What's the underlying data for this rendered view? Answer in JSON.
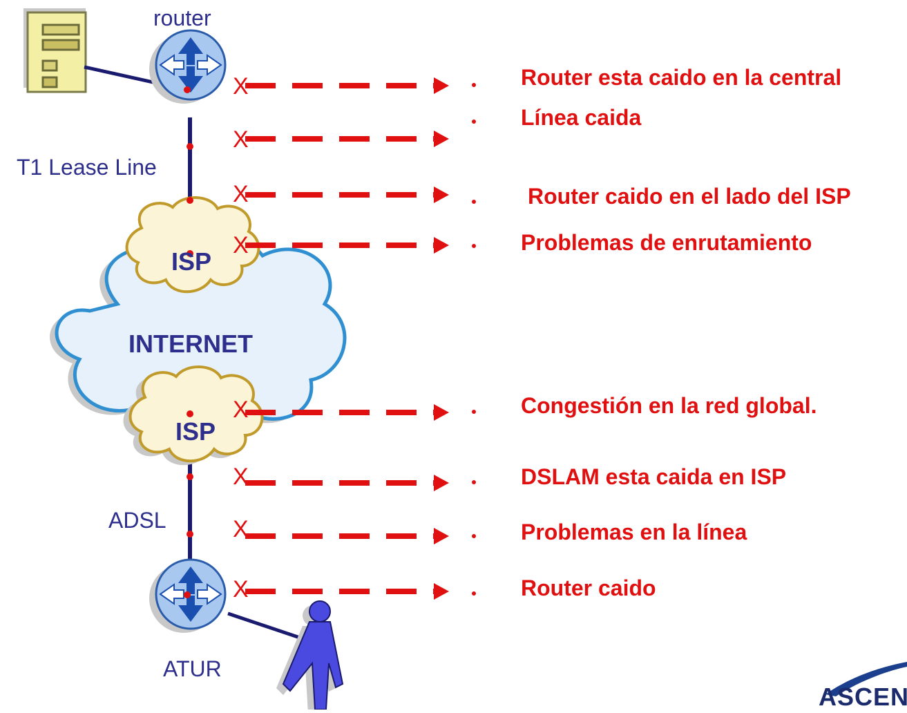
{
  "labels": {
    "router_top": "router",
    "t1_line": "T1 Lease Line",
    "isp_top": "ISP",
    "internet": "INTERNET",
    "isp_bottom": "ISP",
    "adsl": "ADSL",
    "atur": "ATUR"
  },
  "problems": [
    "Router esta caido en la central",
    "Línea caida",
    "Router caido en el lado del ISP",
    "Problemas de enrutamiento",
    "Congestión en la red global.",
    "DSLAM esta caida en ISP",
    "Problemas en la línea",
    "Router caido"
  ],
  "x_marker": "X",
  "logo_text": "ASCEN",
  "colors": {
    "problem_red": "#e01010",
    "label_blue": "#2e2e8c",
    "line_navy": "#1a1a6e",
    "router_fill": "#a8c8f0",
    "router_arrow": "#1a4fb0",
    "internet_fill": "#e6f1fb",
    "internet_stroke": "#2f8fd0",
    "isp_fill": "#fbf4d6",
    "isp_stroke": "#c09a2a",
    "server_fill": "#f3f0a6",
    "person_fill": "#4a4ae0"
  },
  "icons": [
    "server-icon",
    "router-icon",
    "cloud-icon",
    "person-icon",
    "arrow-right-icon",
    "x-mark-icon"
  ]
}
